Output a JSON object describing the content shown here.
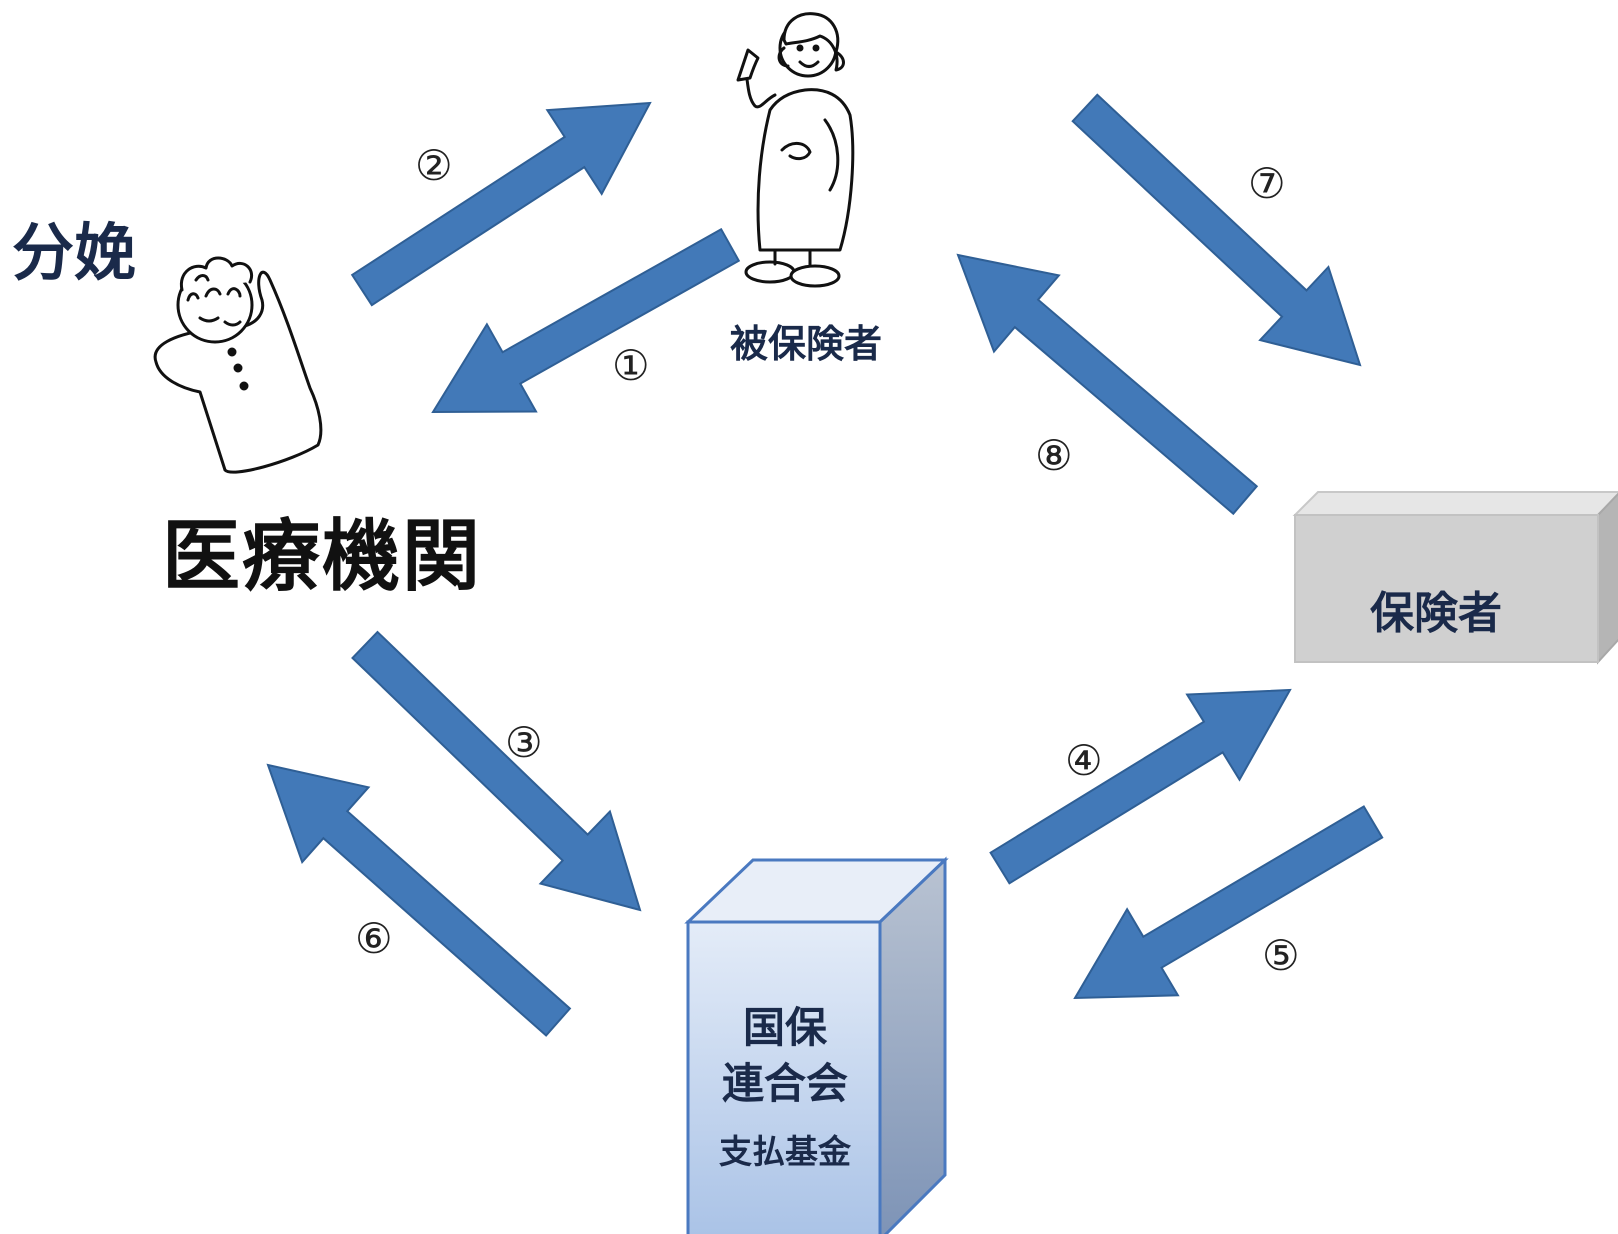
{
  "labels": {
    "birth": "分娩",
    "medical_institution": "医療機関",
    "insured_person": "被保険者",
    "insurer": "保険者",
    "kokuho_line1": "国保",
    "kokuho_line2": "連合会",
    "payment_fund": "支払基金"
  },
  "steps": {
    "s1": "①",
    "s2": "②",
    "s3": "③",
    "s4": "④",
    "s5": "⑤",
    "s6": "⑥",
    "s7": "⑦",
    "s8": "⑧"
  },
  "colors": {
    "arrow_fill": "#4279b8",
    "arrow_stroke": "#2f5f95",
    "insurer_box": "#d0d0d0",
    "kokuho_front_top": "#e4ecf8",
    "kokuho_front_bottom": "#a9c2e6",
    "kokuho_side": "#97a8c3",
    "label_text": "#1a2a4a"
  },
  "icons": [
    "newborn-baby-illustration",
    "pregnant-woman-illustration"
  ]
}
